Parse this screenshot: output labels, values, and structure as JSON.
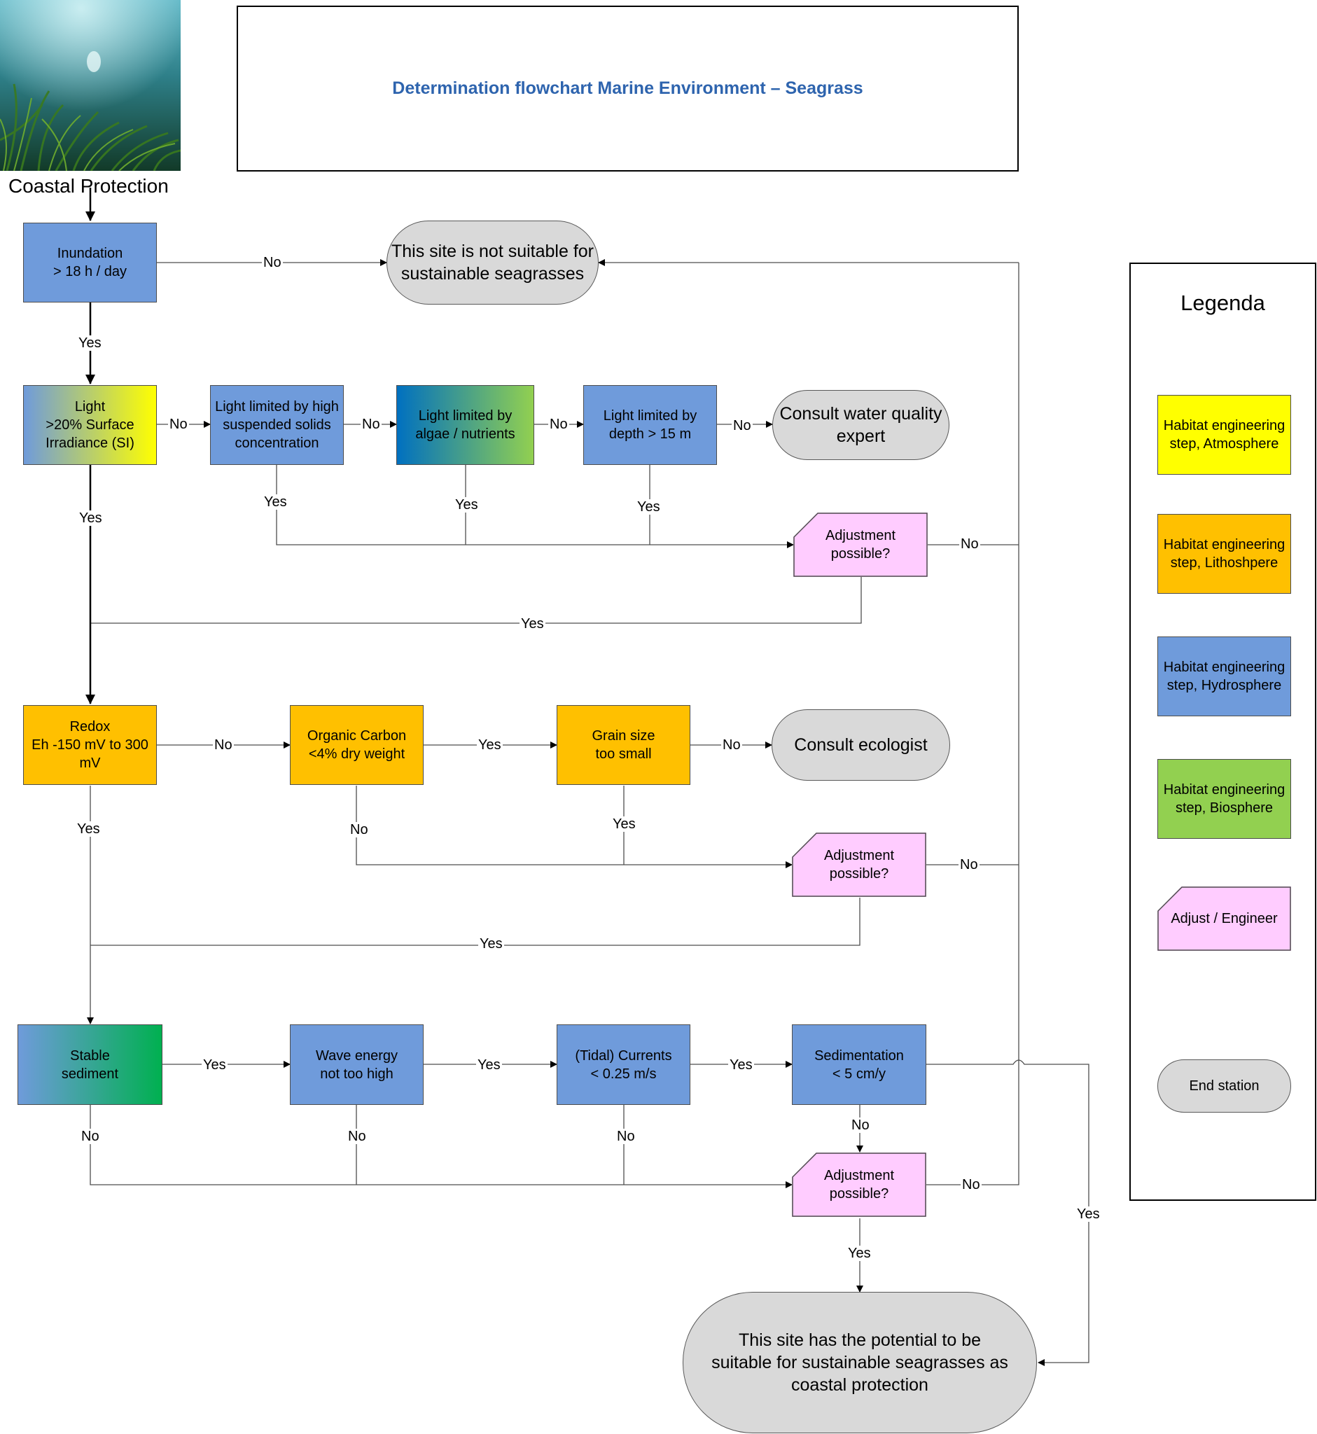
{
  "title": "Determination flowchart Marine Environment – Seagrass",
  "image_caption": "Coastal Protection",
  "nodes": {
    "inundation": "Inundation\n> 18 h / day",
    "not_suitable": "This site is not suitable for sustainable seagrasses",
    "light": "Light\n>20% Surface Irradiance (SI)",
    "light_solids": "Light limited by high suspended solids concentration",
    "light_algae": "Light limited by algae / nutrients",
    "light_depth": "Light limited by depth > 15 m",
    "consult_water": "Consult water quality expert",
    "adjust_1": "Adjustment possible?",
    "redox": "Redox\nEh -150 mV to 300 mV",
    "organic_carbon": "Organic Carbon\n<4% dry weight",
    "grain_size": "Grain size\ntoo small",
    "consult_ecologist": "Consult ecologist",
    "adjust_2": "Adjustment possible?",
    "stable_sediment": "Stable\nsediment",
    "wave_energy": "Wave energy\nnot too high",
    "tidal_currents": "(Tidal) Currents\n< 0.25 m/s",
    "sedimentation": "Sedimentation\n< 5 cm/y",
    "adjust_3": "Adjustment possible?",
    "potential": "This site has the potential to be suitable for sustainable seagrasses as coastal protection"
  },
  "edge_labels": {
    "yes": "Yes",
    "no": "No"
  },
  "legend": {
    "title": "Legenda",
    "items": [
      {
        "label": "Habitat engineering step, Atmosphere",
        "color": "#ffff00"
      },
      {
        "label": "Habitat engineering step, Lithoshpere",
        "color": "#ffc000"
      },
      {
        "label": "Habitat engineering step, Hydrosphere",
        "color": "#6f9bdb"
      },
      {
        "label": "Habitat engineering step, Biosphere",
        "color": "#92d050"
      },
      {
        "label": "Adjust / Engineer",
        "color": "#ffccff"
      },
      {
        "label": "End station",
        "color": "#d9d9d9"
      }
    ]
  },
  "colors": {
    "hydrosphere": "#6f9bdb",
    "lithosphere": "#ffc000",
    "atmosphere": "#ffff00",
    "biosphere": "#92d050",
    "adjust": "#ffccff",
    "end_station": "#d9d9d9",
    "title": "#2e64ae"
  }
}
